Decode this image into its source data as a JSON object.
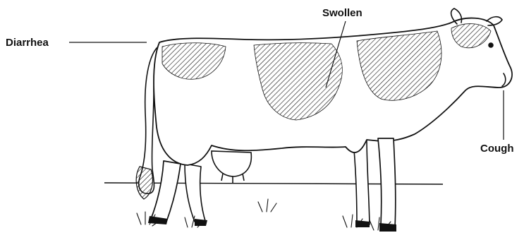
{
  "labels": {
    "diarrhea": "Diarrhea",
    "swollen": "Swollen",
    "cough": "Cough"
  },
  "illustration": {
    "subject": "cow-line-drawing",
    "ink_color": "#111111",
    "background": "#ffffff"
  }
}
